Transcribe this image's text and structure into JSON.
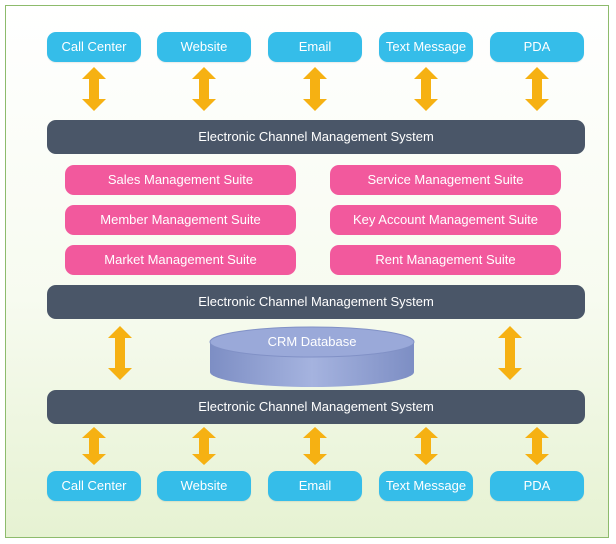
{
  "top_channels": [
    "Call Center",
    "Website",
    "Email",
    "Text Message",
    "PDA"
  ],
  "bottom_channels": [
    "Call Center",
    "Website",
    "Email",
    "Text Message",
    "PDA"
  ],
  "system_bars": [
    "Electronic Channel Management System",
    "Electronic Channel Management System",
    "Electronic Channel Management System"
  ],
  "suites": {
    "left": [
      "Sales Management Suite",
      "Member Management Suite",
      "Market Management Suite"
    ],
    "right": [
      "Service Management Suite",
      "Key Account Management Suite",
      "Rent Management Suite"
    ]
  },
  "database": {
    "label": "CRM Database"
  },
  "colors": {
    "channel": "#35bde9",
    "system_bar": "#4a5668",
    "suite": "#f2599d",
    "arrow": "#f6b112",
    "database": "#8f9fd2",
    "border": "#8dbb6c"
  }
}
